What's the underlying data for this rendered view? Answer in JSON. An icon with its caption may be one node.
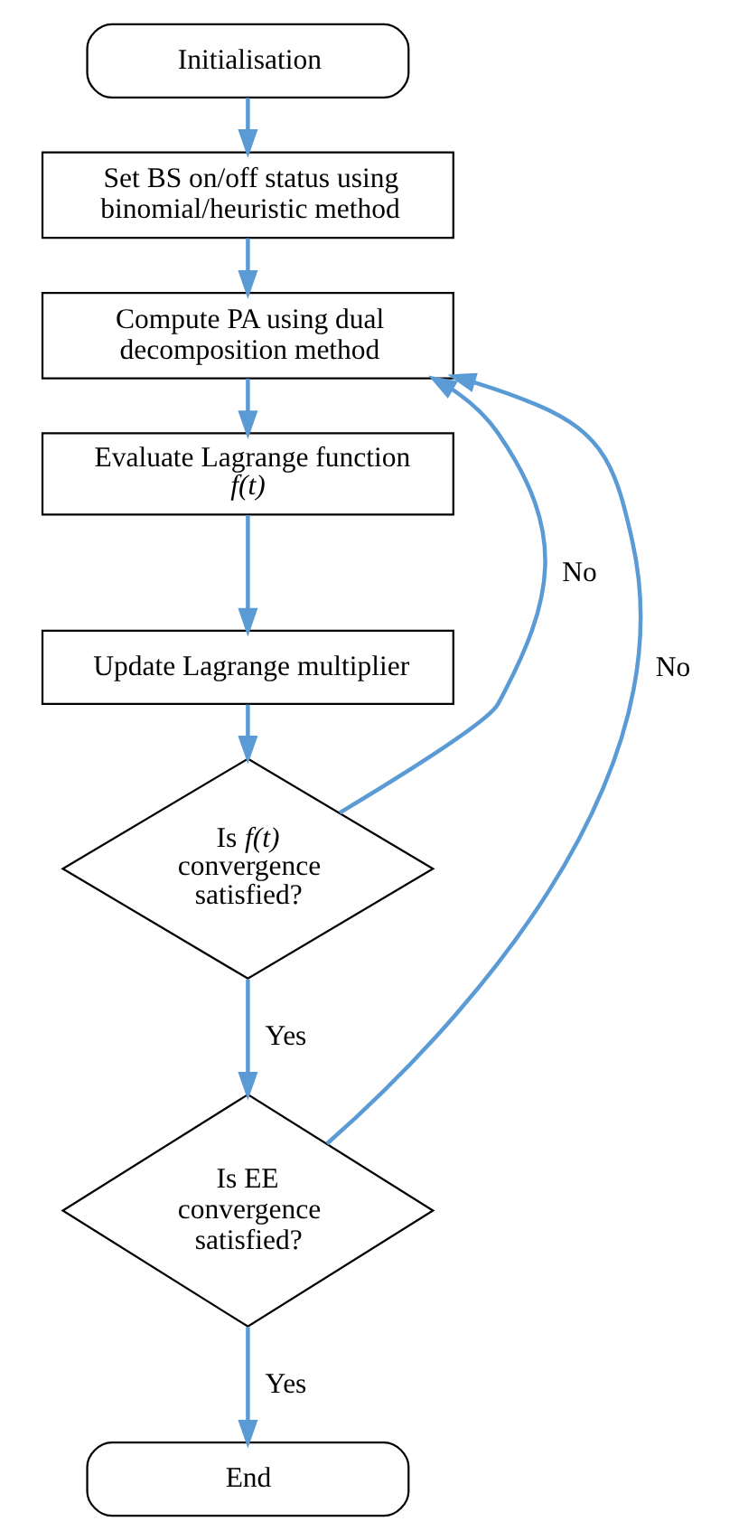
{
  "diagram": {
    "nodes": [
      {
        "text": [
          "Initialisation"
        ]
      },
      {
        "text": [
          "Set BS on/off status using binomial/heuristic method"
        ]
      },
      {
        "text": [
          "Compute PA using dual decomposition method"
        ]
      },
      {
        "text": [
          "Evaluate Lagrange function *f(t)*"
        ]
      },
      {
        "text": [
          "Update Lagrange multiplier"
        ]
      },
      {
        "text": [
          "Is *f(t)* convergence satisfied?"
        ]
      },
      {
        "text": [
          "Is EE convergence satisfied?"
        ]
      },
      {
        "text": [
          "End"
        ]
      }
    ],
    "edges": [
      {
        "from": 0,
        "to": 1,
        "arrow": "to"
      },
      {
        "from": 1,
        "to": 2,
        "arrow": "to"
      },
      {
        "from": 2,
        "to": 3,
        "arrow": "to"
      },
      {
        "from": 3,
        "to": 4,
        "arrow": "to"
      },
      {
        "from": 4,
        "to": 5,
        "arrow": "to"
      },
      {
        "from": 5,
        "to": 2,
        "arrow": "to",
        "label": "No"
      },
      {
        "from": 5,
        "to": 6,
        "arrow": "to",
        "label": "Yes"
      },
      {
        "from": 6,
        "to": 2,
        "arrow": "to",
        "label": "No"
      },
      {
        "from": 6,
        "to": 7,
        "arrow": "to",
        "label": "Yes"
      }
    ]
  }
}
